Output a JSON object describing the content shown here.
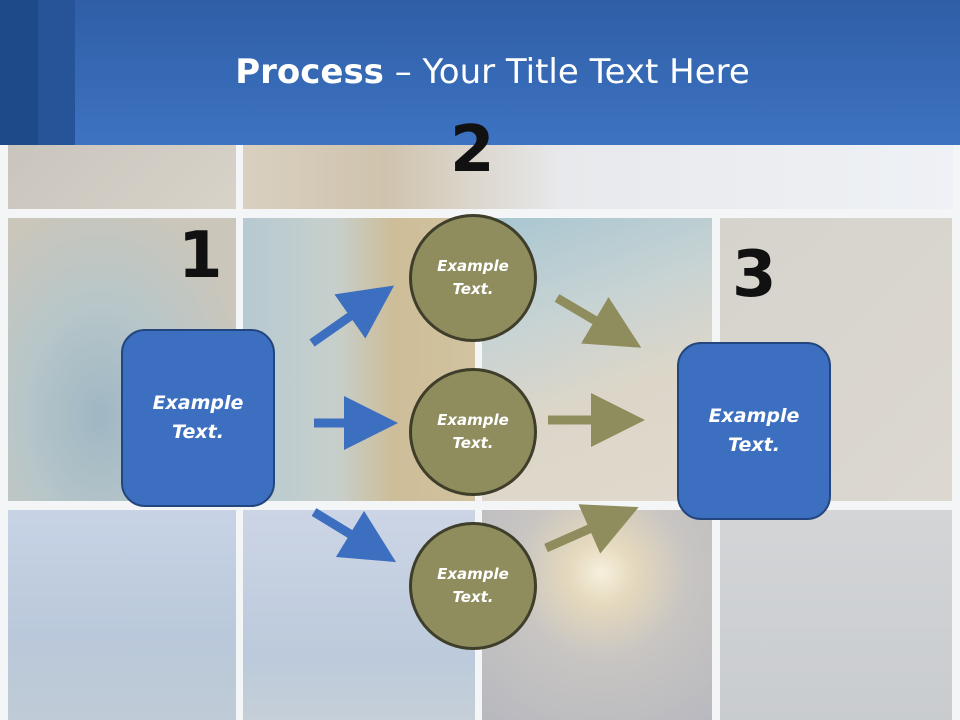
{
  "title": {
    "bold": "Process",
    "rest": " – Your Title Text Here"
  },
  "steps": {
    "one": "1",
    "two": "2",
    "three": "3"
  },
  "boxes": {
    "left": "Example Text.",
    "right": "Example Text."
  },
  "circles": {
    "top": "Example Text.",
    "middle": "Example Text.",
    "bottom": "Example Text."
  },
  "colors": {
    "header": "#3d73c2",
    "box": "#3d6fc0",
    "circle": "#8f8d5d",
    "arrow_blue": "#3d6fc0",
    "arrow_olive": "#8f8d5d"
  }
}
